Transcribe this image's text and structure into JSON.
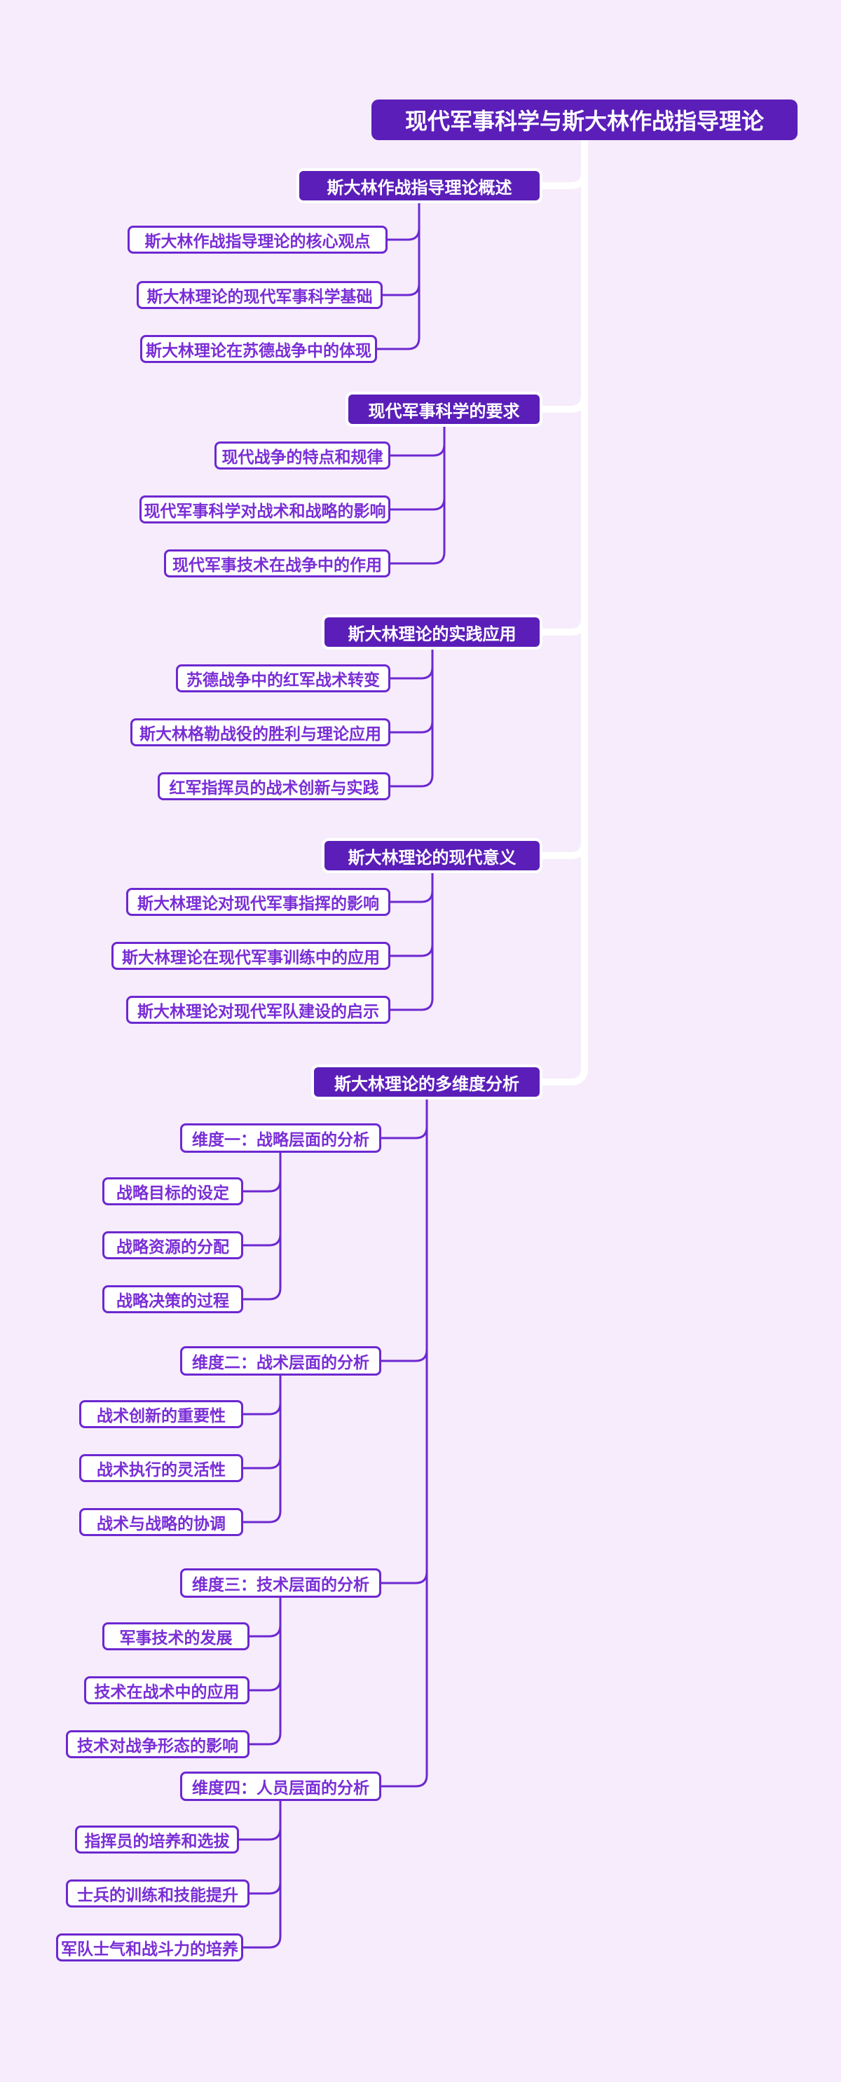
{
  "theme": {
    "background": "#f6ecfb",
    "node_fill": "#5b1eb9",
    "accent": "#6d28d0",
    "leaf_text": "#7a2ed6",
    "connector_light": "#ffffff"
  },
  "mindmap": {
    "root": {
      "label": "现代军事科学与斯大林作战指导理论"
    },
    "branches": [
      {
        "label": "斯大林作战指导理论概述",
        "children": [
          {
            "label": "斯大林作战指导理论的核心观点"
          },
          {
            "label": "斯大林理论的现代军事科学基础"
          },
          {
            "label": "斯大林理论在苏德战争中的体现"
          }
        ]
      },
      {
        "label": "现代军事科学的要求",
        "children": [
          {
            "label": "现代战争的特点和规律"
          },
          {
            "label": "现代军事科学对战术和战略的影响"
          },
          {
            "label": "现代军事技术在战争中的作用"
          }
        ]
      },
      {
        "label": "斯大林理论的实践应用",
        "children": [
          {
            "label": "苏德战争中的红军战术转变"
          },
          {
            "label": "斯大林格勒战役的胜利与理论应用"
          },
          {
            "label": "红军指挥员的战术创新与实践"
          }
        ]
      },
      {
        "label": "斯大林理论的现代意义",
        "children": [
          {
            "label": "斯大林理论对现代军事指挥的影响"
          },
          {
            "label": "斯大林理论在现代军事训练中的应用"
          },
          {
            "label": "斯大林理论对现代军队建设的启示"
          }
        ]
      },
      {
        "label": "斯大林理论的多维度分析",
        "children": [
          {
            "label": "维度一：战略层面的分析",
            "children": [
              {
                "label": "战略目标的设定"
              },
              {
                "label": "战略资源的分配"
              },
              {
                "label": "战略决策的过程"
              }
            ]
          },
          {
            "label": "维度二：战术层面的分析",
            "children": [
              {
                "label": "战术创新的重要性"
              },
              {
                "label": "战术执行的灵活性"
              },
              {
                "label": "战术与战略的协调"
              }
            ]
          },
          {
            "label": "维度三：技术层面的分析",
            "children": [
              {
                "label": "军事技术的发展"
              },
              {
                "label": "技术在战术中的应用"
              },
              {
                "label": "技术对战争形态的影响"
              }
            ]
          },
          {
            "label": "维度四：人员层面的分析",
            "children": [
              {
                "label": "指挥员的培养和选拔"
              },
              {
                "label": "士兵的训练和技能提升"
              },
              {
                "label": "军队士气和战斗力的培养"
              }
            ]
          }
        ]
      }
    ]
  }
}
